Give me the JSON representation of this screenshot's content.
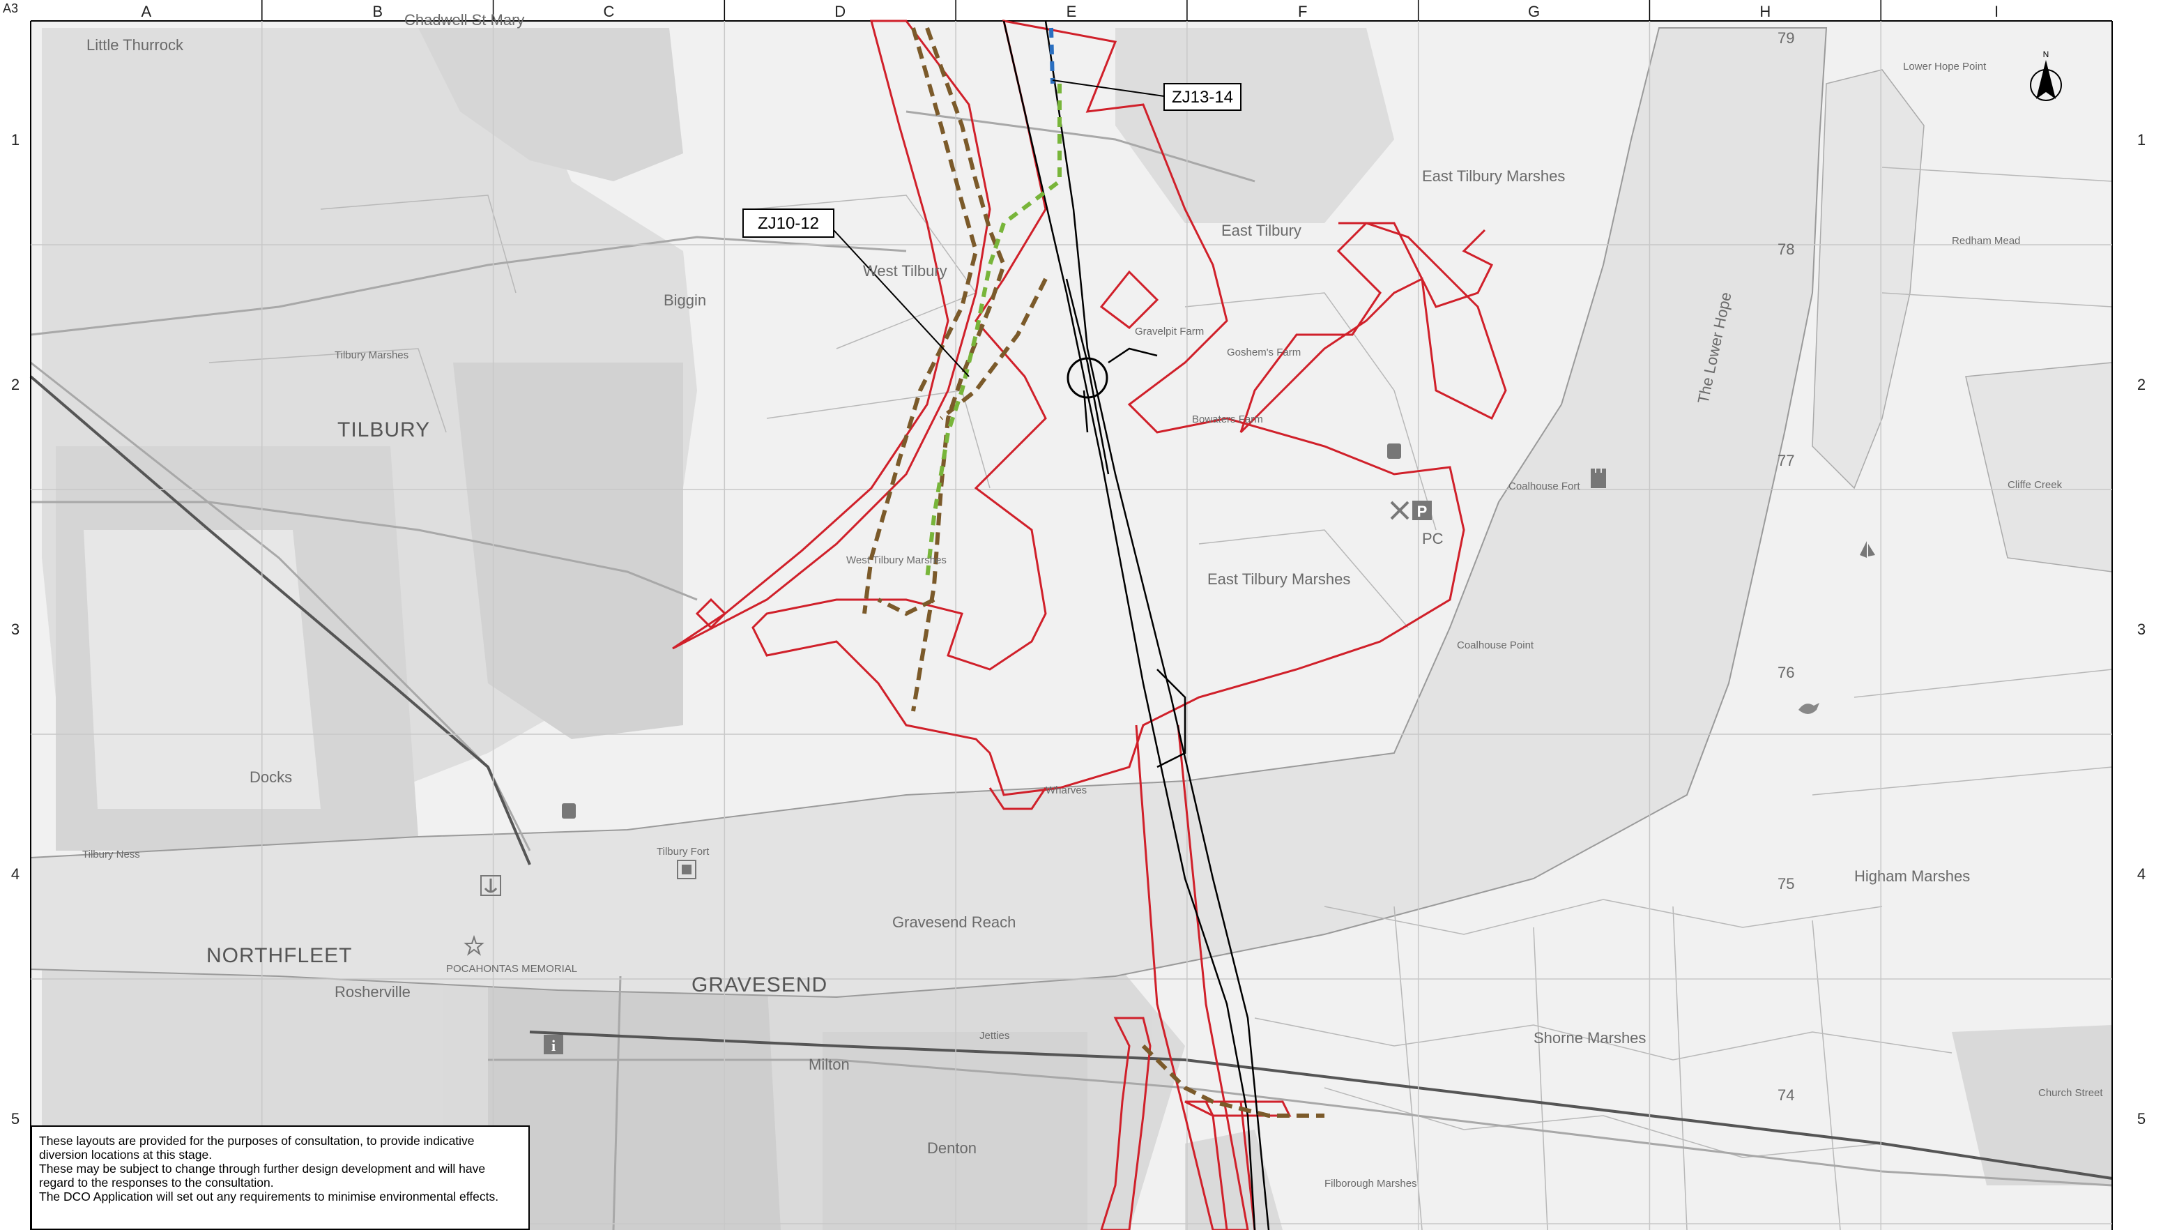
{
  "sheet_size_label": "A3",
  "grid": {
    "columns": [
      "A",
      "B",
      "C",
      "D",
      "E",
      "F",
      "G",
      "H",
      "I"
    ],
    "rows": [
      "1",
      "2",
      "3",
      "4",
      "5"
    ],
    "northings": [
      "79",
      "78",
      "77",
      "76",
      "75",
      "74"
    ]
  },
  "callouts": {
    "zj13": "ZJ13-14",
    "zj10": "ZJ10-12"
  },
  "places": {
    "little_thurrock": "Little Thurrock",
    "chadwell_st_mary": "Chadwell St Mary",
    "tilbury": "TILBURY",
    "docks": "Docks",
    "tilbury_marshes": "Tilbury Marshes",
    "tilbury_ness": "Tilbury Ness",
    "tilbury_fort": "Tilbury Fort",
    "west_tilbury": "West Tilbury",
    "east_tilbury": "East Tilbury",
    "east_tilbury_marshes": "East Tilbury Marshes",
    "east_tilbury_marshes_2": "East Tilbury Marshes",
    "coalhouse_fort": "Coalhouse Fort",
    "coalhouse_point": "Coalhouse Point",
    "gravesend_reach": "Gravesend Reach",
    "the_lower_hope": "The Lower Hope",
    "lower_hope_point": "Lower Hope Point",
    "northfleet": "NORTHFLEET",
    "gravesend": "GRAVESEND",
    "rosherville": "Rosherville",
    "pocahontas": "POCAHONTAS MEMORIAL",
    "milton": "Milton",
    "denton": "Denton",
    "shorne_marshes": "Shorne Marshes",
    "higham_marshes": "Higham Marshes",
    "filborough_marshes": "Filborough Marshes",
    "church_street": "Church Street",
    "cliffe_creek": "Cliffe Creek",
    "redham_mead": "Redham Mead",
    "bowaters_farm": "Bowaters Farm",
    "goshems_farm": "Goshem's Farm",
    "gravelpit_farm": "Gravelpit Farm",
    "biggin": "Biggin",
    "walton_marshes": "West Tilbury Marshes",
    "wharves": "Wharves",
    "jetties": "Jetties",
    "pc": "PC"
  },
  "disclaimer": {
    "line1": "These layouts are provided for the purposes of consultation, to provide indicative diversion locations at this stage.",
    "line2": "These may be subject to change through further design development and will have regard to the responses to the consultation.",
    "line3": "The DCO Application will set out any requirements to minimise environmental effects."
  },
  "colors": {
    "order_limits": "#d0202a",
    "diversion_brown": "#7b5a2a",
    "diversion_green": "#78b53a",
    "diversion_blue": "#2a6fc0",
    "river": "#e3e3e3",
    "background": "#f1f1f1",
    "grid": "#c8c8c8"
  },
  "icons": [
    "north-arrow-icon",
    "castle-icon",
    "anchor-icon",
    "parking-icon",
    "information-icon",
    "bird-icon",
    "star-icon",
    "boat-icon"
  ]
}
